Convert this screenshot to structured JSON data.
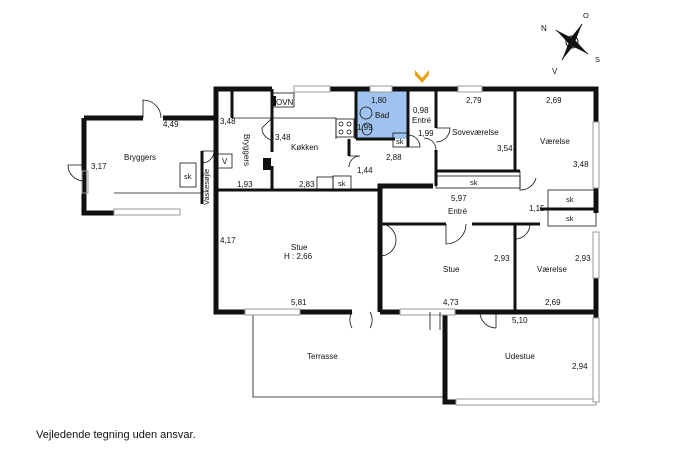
{
  "compass": {
    "n": "N",
    "o": "O",
    "s": "S",
    "v": "V"
  },
  "rooms": {
    "bryggers_left": "Bryggers",
    "bryggers_vertical": "Bryggers",
    "vaskesoejle": "Vaskesøjle",
    "ovn": "OVN",
    "koekken": "Køkken",
    "bad": "Bad",
    "entre_top": "Entré",
    "sovevaerelse": "Soveværelse",
    "vaerelse_top": "Værelse",
    "entre_mid": "Entré",
    "stue_left": "Stue",
    "stue_left_height": "H : 2,66",
    "stue_right": "Stue",
    "vaerelse_bottom": "Værelse",
    "terrasse": "Terrasse",
    "udestue": "Udestue",
    "v_box": "V",
    "sk": "sk"
  },
  "dimensions": {
    "bryggers_w": "4,49",
    "bryggers_h": "3,17",
    "bryg2_top": "3,48",
    "bryg2_bottom": "1,93",
    "kok_left": "3,48",
    "kok_bottom": "2,83",
    "kok_right": "1,44",
    "bad_top": "1,80",
    "bad_side": "1,99",
    "entre_w": "0,98",
    "entre_h": "1,99",
    "bad_bottom": "2,88",
    "sove_top": "2,79",
    "sove_side": "3,54",
    "vaer_top": "2,69",
    "vaer_side": "3,48",
    "entre_mid_w": "5,97",
    "entre_mid_h": "1,15",
    "stue_left_h": "4,17",
    "stue_left_w": "5,81",
    "stue_right_h": "2,93",
    "stue_right_w": "4,73",
    "vaer2_h": "2,93",
    "vaer2_w": "2,69",
    "udestue_w": "5,10",
    "udestue_h": "2,94"
  },
  "footer": "Vejledende tegning uden ansvar.",
  "colors": {
    "bath": "#9fc3ee",
    "entrance_marker": "#e8a317",
    "wall": "#111111",
    "window": "#9a9a9a"
  }
}
